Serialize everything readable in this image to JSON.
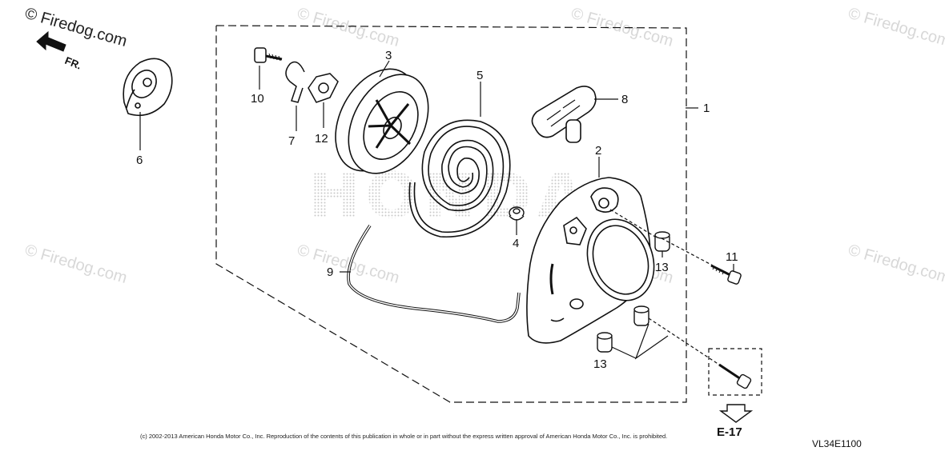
{
  "watermarks": {
    "primary": "© Firedog.com",
    "faded": [
      "© Firedog.com",
      "© Firedog.com",
      "© Firedog.com",
      "© Firedog.com",
      "© Firedog.com",
      "© Firedog.com",
      "© Firedog.com"
    ]
  },
  "brand_background": "HONDA",
  "orientation": {
    "label": "FR."
  },
  "callouts": [
    "1",
    "2",
    "3",
    "4",
    "5",
    "6",
    "7",
    "8",
    "9",
    "10",
    "11",
    "12",
    "13",
    "13",
    "13"
  ],
  "reference": {
    "label": "E-17"
  },
  "copyright": "(c) 2002-2013 American Honda Motor Co., Inc. Reproduction of the contents of this publication in whole or in part without the express written approval of American Honda Motor Co., Inc. is prohibited.",
  "figure_code": "VL34E1100",
  "colors": {
    "line": "#111111",
    "watermark": "#d8d8d8",
    "dots": "#cfcfcf"
  }
}
